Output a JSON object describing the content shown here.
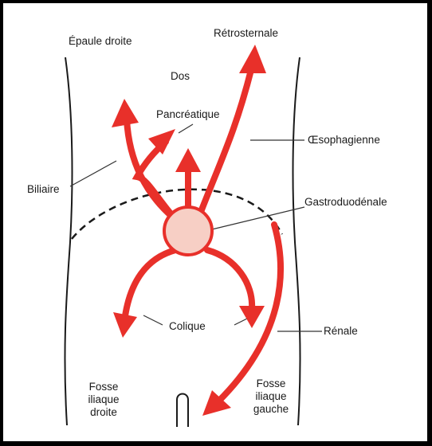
{
  "colors": {
    "arrow": "#e8302a",
    "source_fill": "#f7cfc5",
    "source_stroke": "#e8302a",
    "outline": "#1a1a1a",
    "leader": "#333333",
    "background": "#ffffff",
    "frame": "#000000"
  },
  "labels": {
    "epaule_droite": "Épaule droite",
    "retrosternale": "Rétrosternale",
    "dos": "Dos",
    "pancreatique": "Pancréatique",
    "oesophagienne": "Œsophagienne",
    "biliaire": "Biliaire",
    "gastroduodenale": "Gastroduodénale",
    "colique": "Colique",
    "renale": "Rénale",
    "fosse_droite": "Fosse\niliaque\ndroite",
    "fosse_gauche": "Fosse\niliaque\ngauche"
  }
}
